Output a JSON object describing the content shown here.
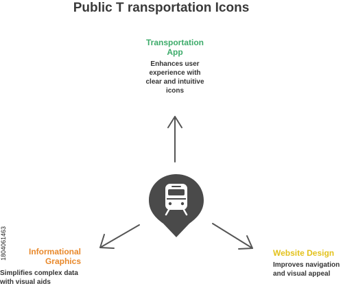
{
  "title": "Public T ransportation Icons",
  "colors": {
    "green": "#3dab6a",
    "orange": "#e8882a",
    "yellow": "#e3c21c",
    "icon": "#4a4a4a",
    "arrow": "#555555"
  },
  "center_icon": "train-location-pin-icon",
  "nodes": {
    "top": {
      "title_line1": "Transportation",
      "title_line2": "App",
      "desc": "Enhances user experience with clear and intuitive icons"
    },
    "left": {
      "title_line1": "Informational",
      "title_line2": "Graphics",
      "desc": "Simplifies complex data with visual aids"
    },
    "right": {
      "title": "Website Design",
      "desc_line1": "Improves navigation",
      "desc_line2": "and visual appeal"
    }
  },
  "stock_id": "1804061463"
}
